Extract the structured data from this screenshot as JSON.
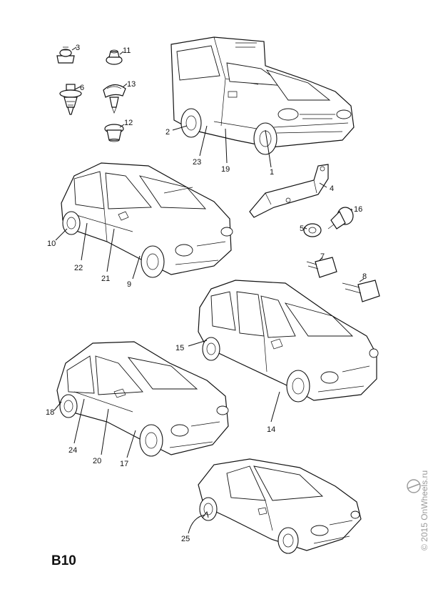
{
  "diagram": {
    "code": "B10",
    "watermark": "© 2015 OnWheels.ru",
    "callouts": {
      "c1": "1",
      "c2": "2",
      "c3": "3",
      "c4": "4",
      "c5": "5",
      "c6": "6",
      "c7": "7",
      "c8": "8",
      "c9": "9",
      "c10": "10",
      "c11": "11",
      "c12": "12",
      "c13": "13",
      "c14": "14",
      "c15": "15",
      "c16": "16",
      "c17": "17",
      "c18": "18",
      "c19": "19",
      "c20": "20",
      "c21": "21",
      "c22": "22",
      "c23": "23",
      "c24": "24",
      "c25": "25"
    }
  }
}
